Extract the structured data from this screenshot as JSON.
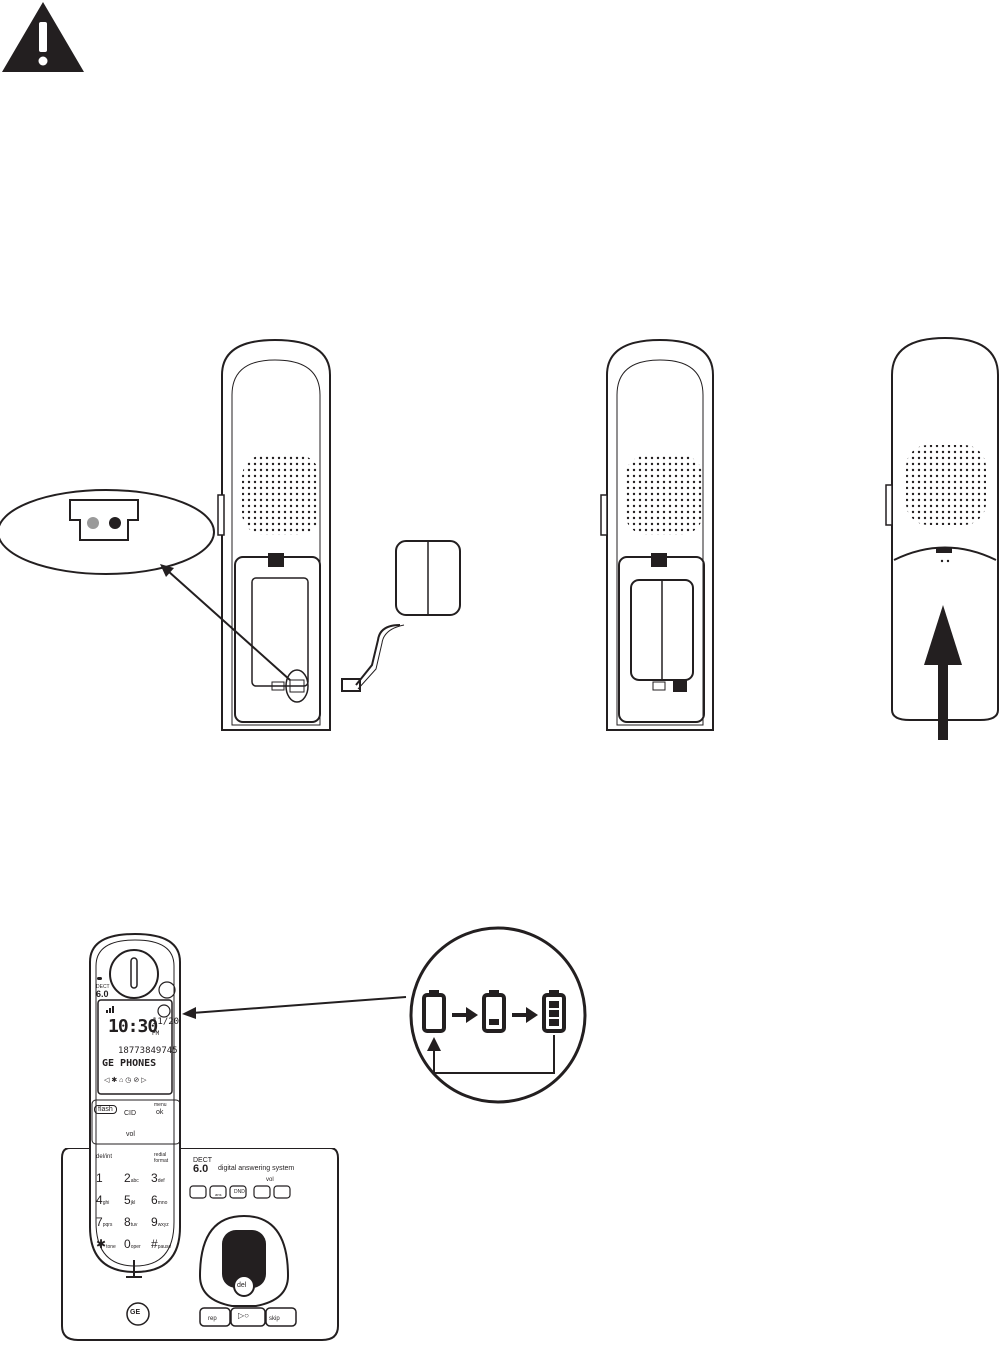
{
  "colors": {
    "ink": "#231f20",
    "paper": "#ffffff",
    "contact_gray": "#9a9a9a"
  },
  "icons": {
    "warning": "warning-triangle-icon",
    "battery_low": "battery-empty-icon",
    "battery_mid": "battery-half-icon",
    "battery_full": "battery-full-icon",
    "brand": "ge-logo-icon"
  },
  "handset": {
    "dect_label": "DECT",
    "dect_version": "6.0",
    "lcd": {
      "clock": "10:30",
      "date": "11/20",
      "ampm": "PM",
      "number": "18773849745",
      "name": "GE PHONES"
    },
    "keys": {
      "flash": "flash",
      "cid": "CID",
      "vol": "vol",
      "menu": "menu",
      "ok": "ok",
      "del_int": "del/int",
      "redial": "redial",
      "format": "format",
      "k1": "1",
      "k2": "2",
      "k3": "3",
      "k4": "4",
      "k5": "5",
      "k6": "6",
      "k7": "7",
      "k8": "8",
      "k9": "9",
      "kstar": "✱",
      "k0": "0",
      "khash": "#",
      "s1": "",
      "s2": "abc",
      "s3": "def",
      "s4": "ghi",
      "s5": "jkl",
      "s6": "mno",
      "s7": "pqrs",
      "s8": "tuv",
      "s9": "wxyz",
      "sstar": "tone",
      "s0": "oper",
      "shash": "pause"
    }
  },
  "base": {
    "dect_label": "DECT",
    "dect_version": "6.0",
    "title": "digital answering system",
    "vol_label": "vol",
    "dnd": "DND",
    "ans": "ans",
    "del": "del",
    "rep": "rep",
    "skip": "skip"
  }
}
